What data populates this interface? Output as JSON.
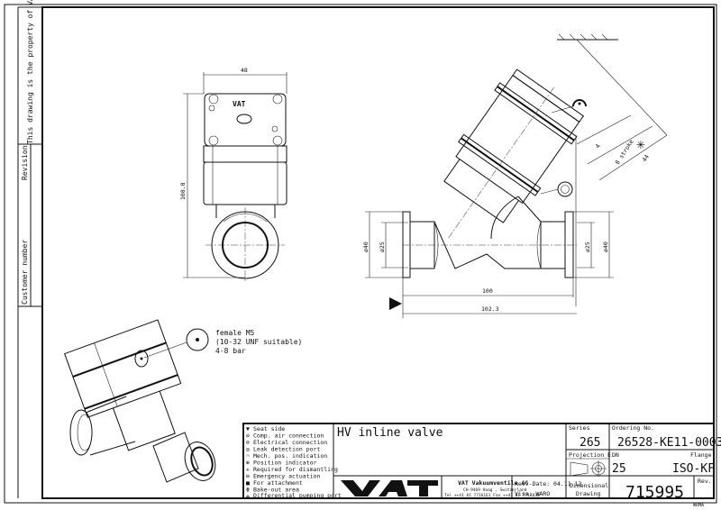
{
  "margin": {
    "property_note": "This drawing is the property of VAT.",
    "revision_label": "Revision",
    "customer_number_label": "Customer number"
  },
  "front_view": {
    "width_dim": "48",
    "height_dim": "108.8",
    "logo": "VAT"
  },
  "side_view": {
    "left_outer_dim": "ø40",
    "left_inner_dim": "ø25",
    "right_inner_dim": "ø25",
    "right_outer_dim": "ø40",
    "length_dim": "100",
    "overall_length_dim": "102.3",
    "offset_dim": "4",
    "stroke_dim": "8 stroke",
    "dismantle_dim": "44"
  },
  "iso_view": {
    "note_line1": "female M5",
    "note_line2": "(10-32 UNF suitable)",
    "note_line3": "4-8 bar"
  },
  "legend": [
    {
      "icon": "seat-side-icon",
      "label": "Seat side"
    },
    {
      "icon": "comp-air-icon",
      "label": "Comp. air connection"
    },
    {
      "icon": "electrical-icon",
      "label": "Electrical connection"
    },
    {
      "icon": "leak-detection-icon",
      "label": "Leak detection port"
    },
    {
      "icon": "mech-pos-icon",
      "label": "Mech. pos. indication"
    },
    {
      "icon": "position-indicator-icon",
      "label": "Position indicator"
    },
    {
      "icon": "dismantling-icon",
      "label": "Required for dismantling"
    },
    {
      "icon": "emergency-icon",
      "label": "Emergency actuation"
    },
    {
      "icon": "attachment-icon",
      "label": "For attachment"
    },
    {
      "icon": "bake-out-icon",
      "label": "Bake-out area"
    },
    {
      "icon": "differential-pumping-icon",
      "label": "Differential pumping port"
    }
  ],
  "title_block": {
    "title": "HV inline valve",
    "series_label": "Series",
    "series": "265",
    "ordering_label": "Ordering No.",
    "ordering_no": "26528-KE11-0003",
    "projection_label": "Projection E",
    "dn_label": "DN",
    "dn": "25",
    "flange_label": "Flange",
    "flange": "ISO-KF",
    "company": "VAT Vakuumventile AG",
    "address": "CH-9469 Haag , Switzerland",
    "contact": "Tel ++41 81 7716161 Fax ++41 81 7714830",
    "rev_date": "Rev.-Date: 04.11.13",
    "visa": "Visa: WARO",
    "doc_type_line1": "Dimensional",
    "doc_type_line2": "Drawing",
    "drawing_no": "715995",
    "rev_label": "Rev.",
    "logo": "VAT",
    "sheet_code": "WRMA"
  }
}
